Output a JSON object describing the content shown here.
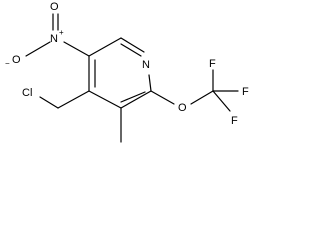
{
  "molecule": {
    "atoms": {
      "n_ring": "N",
      "n_nitro": "N",
      "o_nitro_top": "O",
      "o_nitro_left": "O",
      "o_nitro_left_charge": "−",
      "n_nitro_charge": "+",
      "chlorine": "Cl",
      "o_ether": "O",
      "fluorine_top": "F",
      "fluorine_right": "F",
      "fluorine_bottom": "F"
    }
  }
}
